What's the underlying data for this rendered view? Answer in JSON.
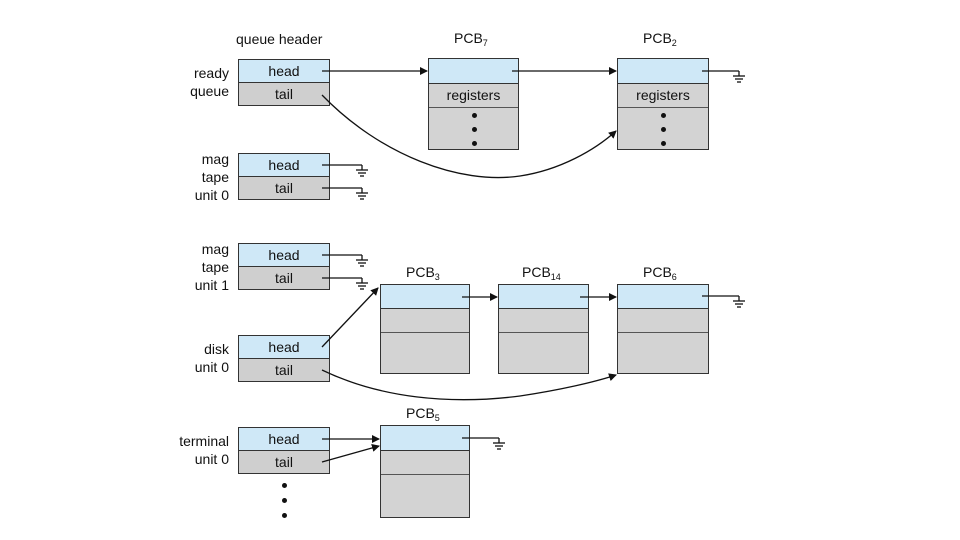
{
  "header": {
    "queue_header": "queue header"
  },
  "cell_text": {
    "head": "head",
    "tail": "tail",
    "registers": "registers"
  },
  "queues": [
    {
      "id": "ready",
      "label_lines": [
        "ready",
        "queue"
      ]
    },
    {
      "id": "mag0",
      "label_lines": [
        "mag",
        "tape",
        "unit 0"
      ]
    },
    {
      "id": "mag1",
      "label_lines": [
        "mag",
        "tape",
        "unit 1"
      ]
    },
    {
      "id": "disk",
      "label_lines": [
        "disk",
        "unit 0"
      ]
    },
    {
      "id": "terminal",
      "label_lines": [
        "terminal",
        "unit 0"
      ]
    }
  ],
  "pcbs": [
    {
      "id": "pcb7",
      "base": "PCB",
      "sub": "7"
    },
    {
      "id": "pcb2",
      "base": "PCB",
      "sub": "2"
    },
    {
      "id": "pcb3",
      "base": "PCB",
      "sub": "3"
    },
    {
      "id": "pcb14",
      "base": "PCB",
      "sub": "14"
    },
    {
      "id": "pcb6",
      "base": "PCB",
      "sub": "6"
    },
    {
      "id": "pcb5",
      "base": "PCB",
      "sub": "5"
    }
  ]
}
